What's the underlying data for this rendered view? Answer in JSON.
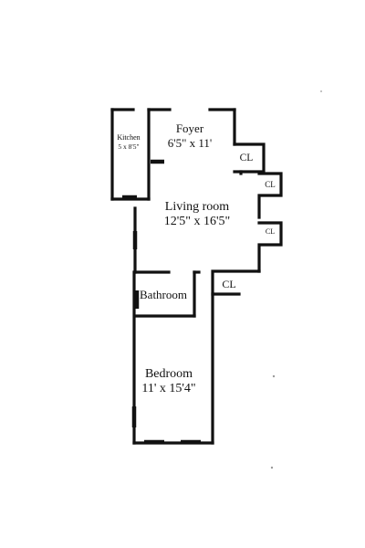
{
  "rooms": {
    "kitchen": {
      "name": "Kitchen",
      "dims": "5 x 8'5\""
    },
    "foyer": {
      "name": "Foyer",
      "dims": "6'5\" x 11'"
    },
    "living_room": {
      "name": "Living room",
      "dims": "12'5\" x 16'5\""
    },
    "bathroom": {
      "name": "Bathroom"
    },
    "bedroom": {
      "name": "Bedroom",
      "dims": "11' x 15'4\""
    }
  },
  "closets": {
    "foyer_closet": "CL",
    "living_closet_upper": "CL",
    "living_closet_lower": "CL",
    "hall_closet": "CL"
  }
}
